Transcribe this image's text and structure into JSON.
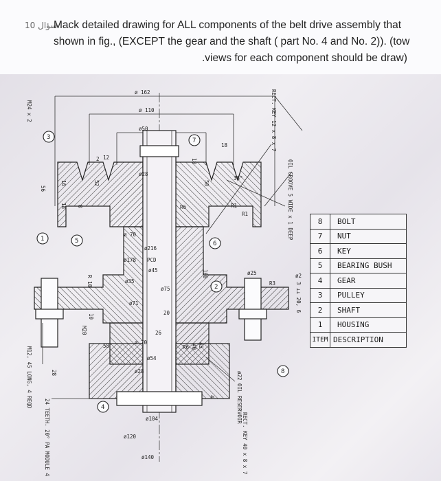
{
  "question": {
    "number_label": "10 سؤال",
    "line1": "Mack detailed drawing for ALL components of the belt drive assembly that",
    "line2": "shown in fig., (EXCEPT the gear and the shaft ( part No. 4 and No. 2)). (tow",
    "line3": ".views for each component should be draw)"
  },
  "parts_list": {
    "header": {
      "item": "ITEM",
      "description": "DESCRIPTION"
    },
    "rows": [
      {
        "item": "8",
        "description": "BOLT"
      },
      {
        "item": "7",
        "description": "NUT"
      },
      {
        "item": "6",
        "description": "KEY"
      },
      {
        "item": "5",
        "description": "BEARING BUSH"
      },
      {
        "item": "4",
        "description": "GEAR"
      },
      {
        "item": "3",
        "description": "PULLEY"
      },
      {
        "item": "2",
        "description": "SHAFT"
      },
      {
        "item": "1",
        "description": "HOUSING"
      }
    ]
  },
  "drawing": {
    "dims": {
      "d162": "ø 162",
      "d110": "ø 110",
      "d50": "ø50",
      "d28a": "ø28",
      "d70a": "ø 70",
      "d216": "ø216",
      "d178": "ø178",
      "pcd": "PCD",
      "d45": "ø45",
      "d35": "ø35",
      "d75": "ø75",
      "d71": "ø71",
      "d70b": "ø 70",
      "d54": "ø54",
      "d28b": "ø28",
      "d104": "ø104",
      "d120": "ø120",
      "d140": "ø140",
      "d25": "ø25",
      "d22": "ø22",
      "d2": "ø2",
      "n12": "12",
      "n2": "2",
      "n52": "52",
      "n16": "16",
      "n18a": "18",
      "n18b": "18",
      "n56": "56",
      "n8": "8",
      "n18c": "18",
      "n50": "50",
      "n100": "100",
      "n4a": "4",
      "n20": "20",
      "n10": "10",
      "n28": "28",
      "n26": "26",
      "n20b": "20",
      "n40": "40",
      "n45": "45",
      "n4b": "4",
      "n58": "58",
      "n38": "38°",
      "r10": "R 10",
      "r6a": "R6",
      "r6b": "R6",
      "r1a": "R1",
      "r1b": "R1",
      "r3": "R3",
      "r6c": "R6",
      "n10b": "10",
      "m20": "M20",
      "note_thread": "M24 x 2",
      "note_key1": "RECT. KEY 12 x 8 x 7",
      "note_oil_groove": "OIL GROOVE 5 WIDE x 1 DEEP",
      "note_tooth": "3 ⊥⊥ 20, 6",
      "note_oil_res": "ø22 OIL RESERVOIR",
      "note_key2": "RECT. KEY 40 x 8 x 7",
      "note_teeth": "24 TEETH. 20° PA MODULE 4",
      "note_bolt": "M12, 45 LONG, 4 REQD"
    },
    "balloons": [
      "1",
      "2",
      "3",
      "4",
      "5",
      "6",
      "7",
      "8"
    ]
  }
}
